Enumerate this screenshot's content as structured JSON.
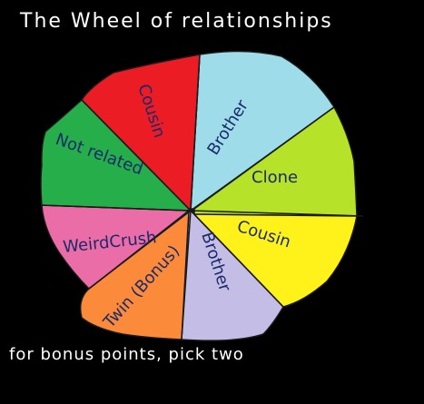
{
  "title": "The Wheel of relationships",
  "footer": "for bonus points, pick two",
  "colors": {
    "background": "#000000",
    "outline": "#1a1a1a",
    "text_on_black": "#ffffff",
    "label_ink": "#1a2a6a"
  },
  "wheel": {
    "segments": [
      {
        "id": "brother-top",
        "label": "Brother",
        "color": "#9fdcea",
        "icon": ""
      },
      {
        "id": "clone",
        "label": "Clone",
        "color": "#b7e22a",
        "icon": ""
      },
      {
        "id": "cousin",
        "label": "Cousin",
        "color": "#fef21a",
        "icon": ""
      },
      {
        "id": "brother-bottom",
        "label": "Brother",
        "color": "#c4bde6",
        "icon": ""
      },
      {
        "id": "twin",
        "label": "Twin (Bonus)",
        "color": "#fb8a3a",
        "icon": ""
      },
      {
        "id": "weird-crush",
        "label": "WeirdCrush",
        "color": "#ea6da8",
        "icon": ""
      },
      {
        "id": "not-related",
        "label": "Not related",
        "color": "#25ae4a",
        "icon": ""
      },
      {
        "id": "cousin-top",
        "label": "Cousin",
        "color": "#ec1c24",
        "icon": ""
      }
    ]
  }
}
